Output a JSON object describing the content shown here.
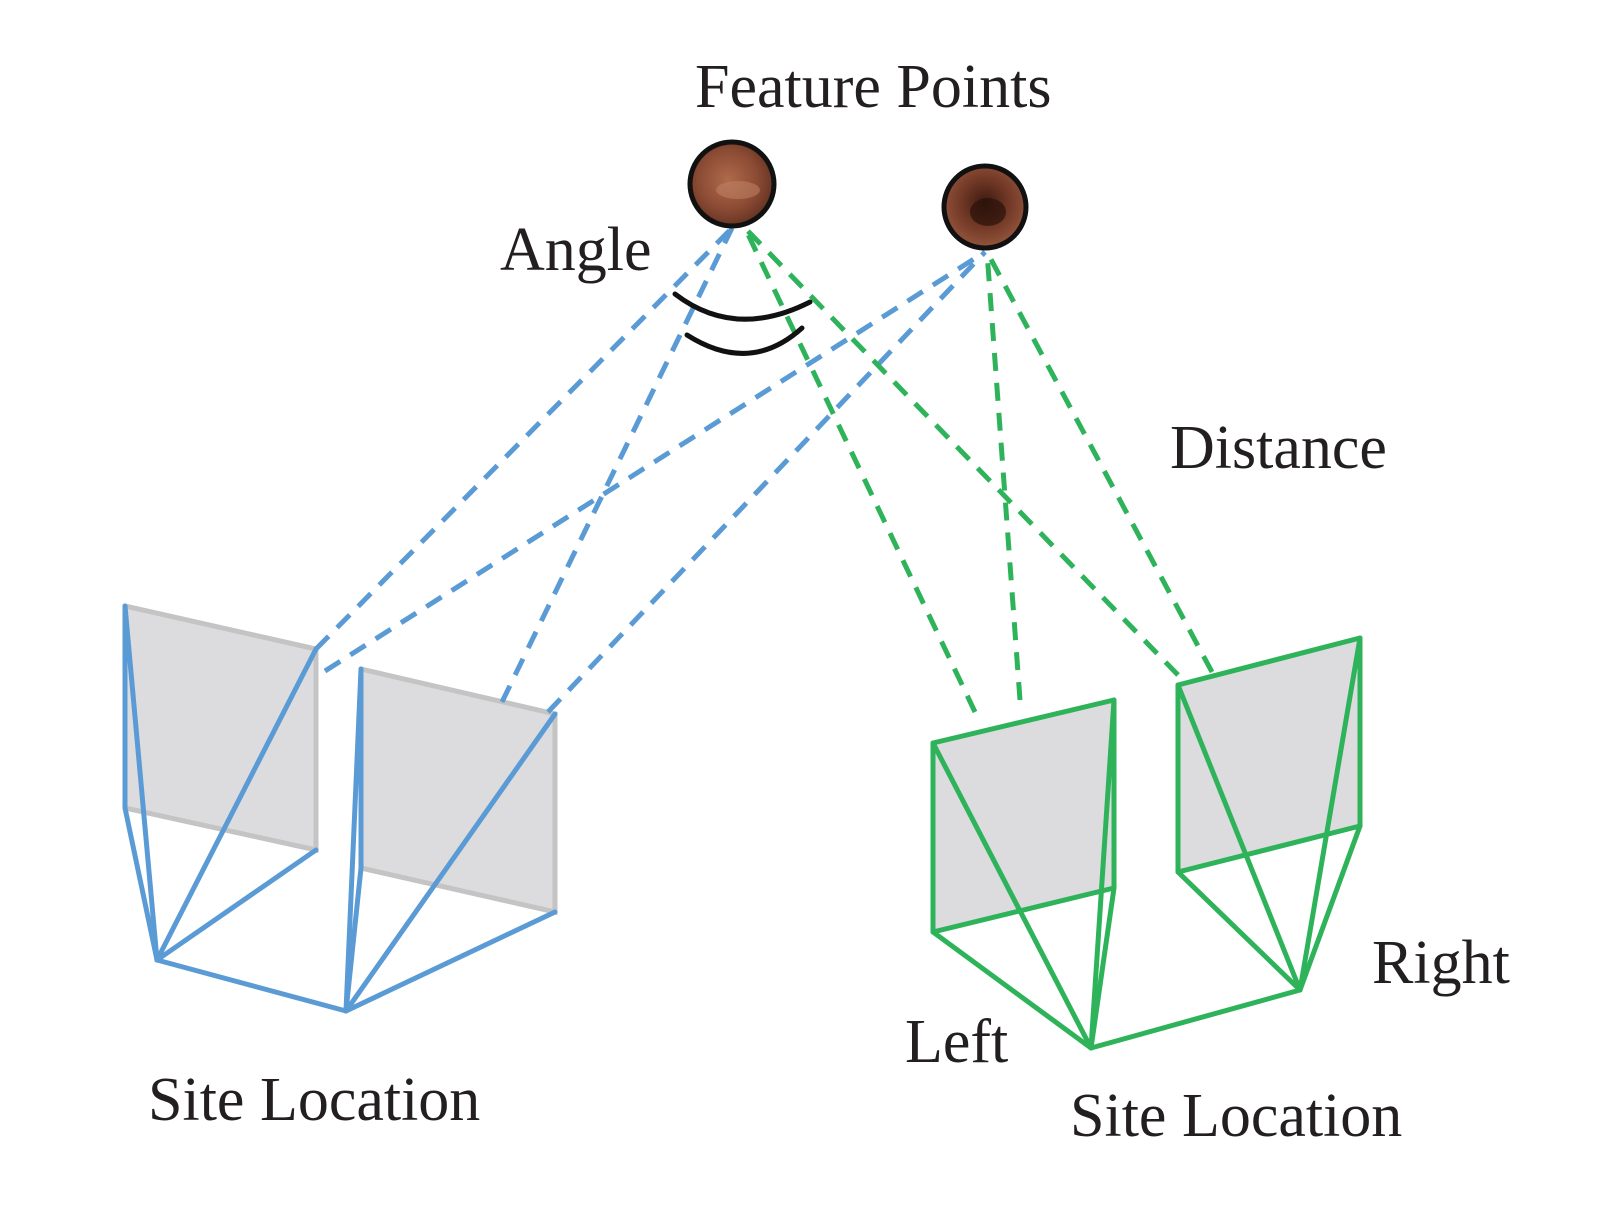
{
  "labels": {
    "feature_points": "Feature Points",
    "angle": "Angle",
    "distance": "Distance",
    "left": "Left",
    "right": "Right",
    "site_location_left": "Site Location",
    "site_location_right": "Site Location"
  },
  "colors": {
    "left_camera": "#5b9bd5",
    "right_camera": "#2eb35a",
    "screen_fill": "#dcdcde",
    "feature_point": "#7a3f2a"
  }
}
